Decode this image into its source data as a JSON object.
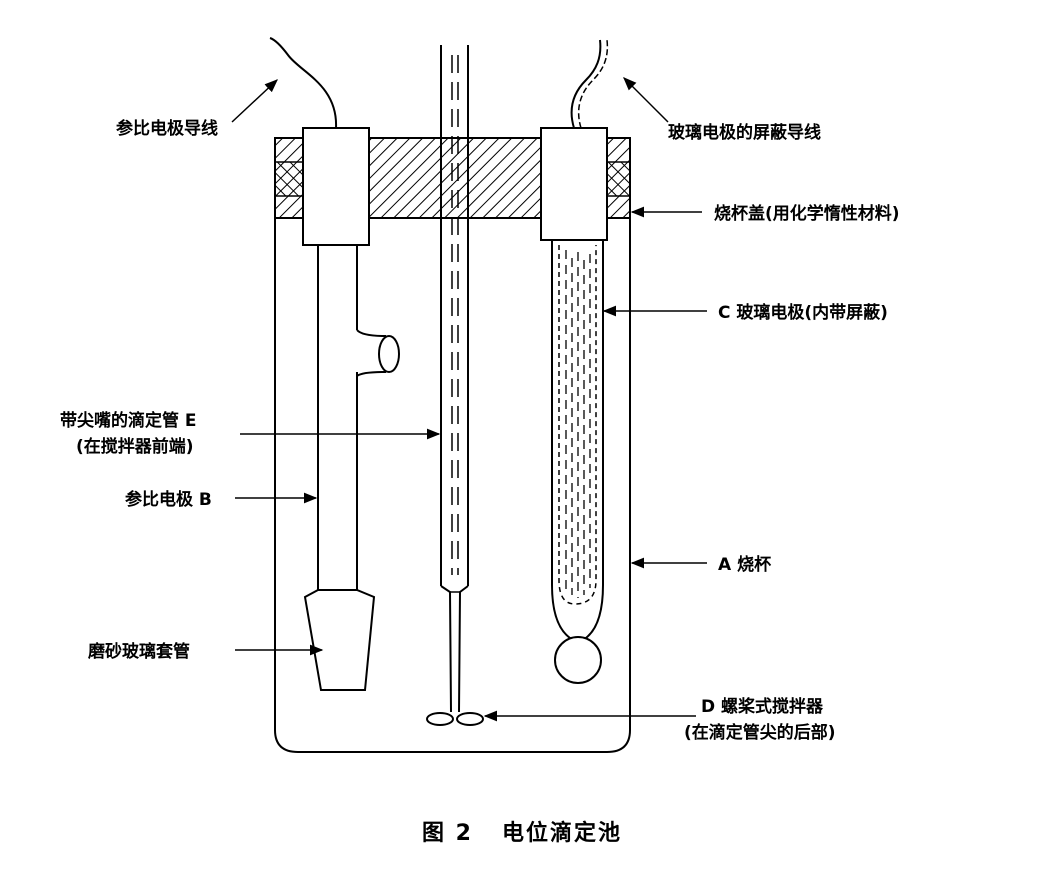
{
  "labels": {
    "ref_wire": "参比电极导线",
    "glass_shield_wire": "玻璃电极的屏蔽导线",
    "beaker_lid": "烧杯盖(用化学惰性材料)",
    "glass_electrode": "C 玻璃电极(内带屏蔽)",
    "burette_line1": "带尖嘴的滴定管 E",
    "burette_line2": "(在搅拌器前端)",
    "ref_electrode": "参比电极 B",
    "beaker": "A 烧杯",
    "ground_sleeve": "磨砂玻璃套管",
    "stirrer_line1": "D 螺桨式搅拌器",
    "stirrer_line2": "(在滴定管尖的后部)"
  },
  "caption": "图 2   电位滴定池"
}
